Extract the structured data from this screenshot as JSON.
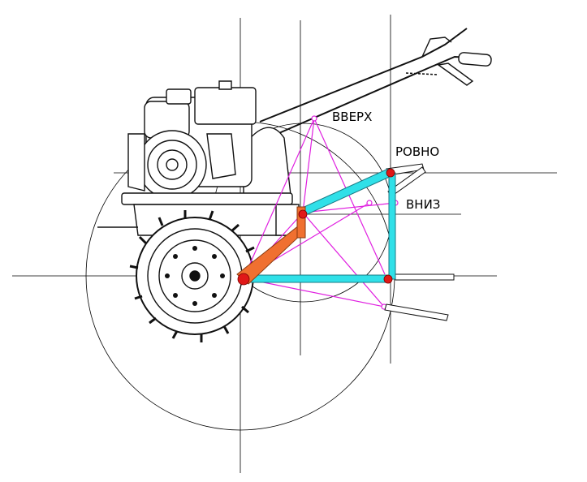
{
  "labels": {
    "up": "ВВЕРХ",
    "level": "РОВНО",
    "down": "ВНИЗ"
  },
  "colors": {
    "construction_line": "#000000",
    "machine_outline": "#111111",
    "hitch_arm": "#f07030",
    "linkage_bar": "#30e0e8",
    "linkage_outline": "#1a7a85",
    "swing_path": "#e020e0",
    "pivot": "#e01818"
  },
  "icons": {
    "machine": "walk-behind-tractor-drawing",
    "pivot": "pivot-point-dot"
  }
}
